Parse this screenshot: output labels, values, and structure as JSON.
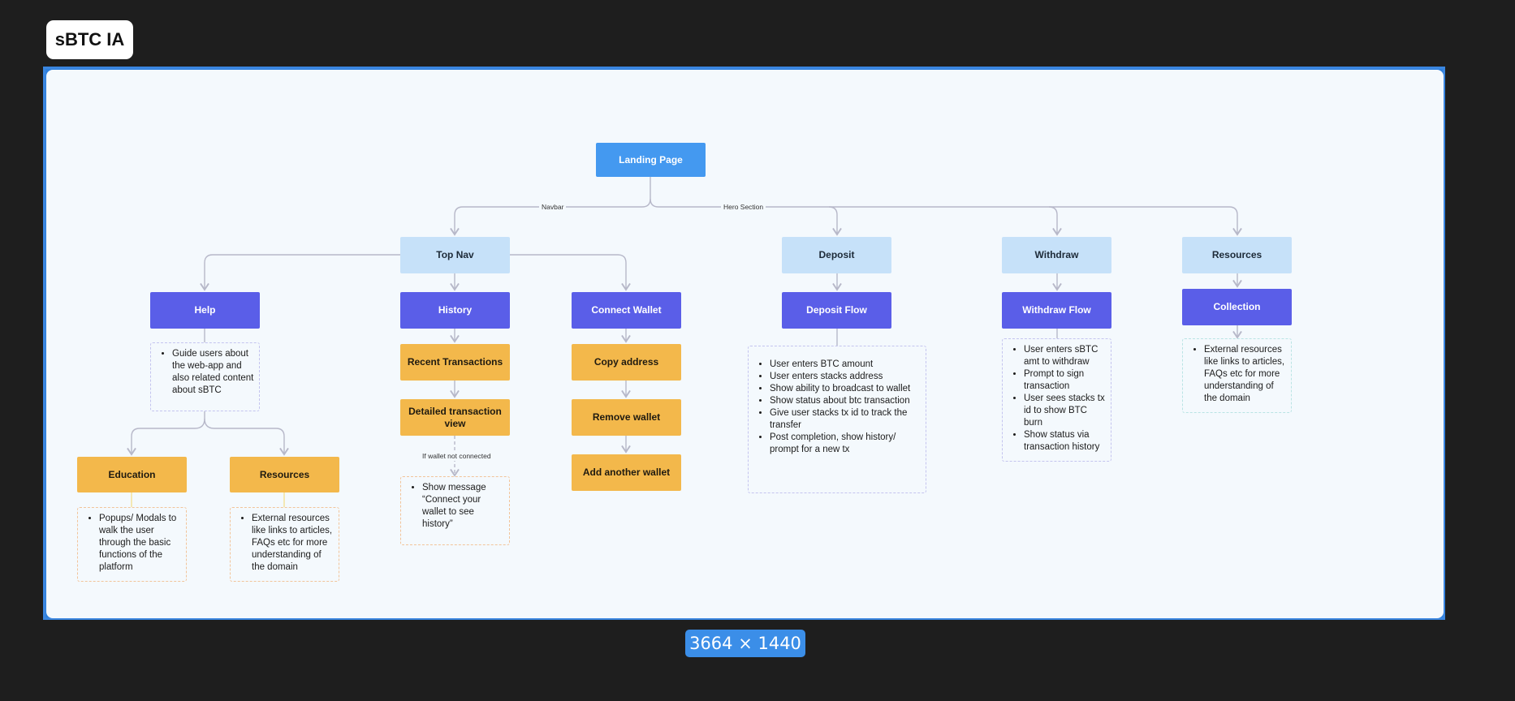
{
  "header": {
    "title": "sBTC IA"
  },
  "footer": {
    "size_badge": "3664 × 1440"
  },
  "diagram": {
    "landing": "Landing Page",
    "edge_labels": {
      "navbar": "Navbar",
      "hero": "Hero Section",
      "wallet": "If wallet not connected"
    },
    "top_nav": "Top Nav",
    "deposit": "Deposit",
    "withdraw": "Withdraw",
    "resources": "Resources",
    "help": "Help",
    "history": "History",
    "connect_wallet": "Connect Wallet",
    "deposit_flow": "Deposit Flow",
    "withdraw_flow": "Withdraw Flow",
    "collection": "Collection",
    "recent_transactions": "Recent Transactions",
    "detailed_transaction_view": "Detailed transaction view",
    "copy_address": "Copy address",
    "remove_wallet": "Remove wallet",
    "add_another_wallet": "Add another wallet",
    "education": "Education",
    "help_resources": "Resources",
    "notes": {
      "help": [
        "Guide users about the web-app and also related content about sBTC"
      ],
      "education": [
        "Popups/ Modals to walk the user through the basic functions of the platform"
      ],
      "help_resources": [
        "External resources like links to articles, FAQs etc for more understanding of the domain"
      ],
      "wallet_message": [
        "Show message “Connect your wallet to see history”"
      ],
      "deposit": [
        "User enters BTC amount",
        "User enters stacks address",
        "Show ability to broadcast to wallet",
        "Show status about btc transaction",
        "Give user stacks tx id to track the transfer",
        "Post completion, show history/ prompt for a new tx"
      ],
      "withdraw": [
        "User enters sBTC amt to withdraw",
        "Prompt to sign transaction",
        "User sees stacks tx id to show BTC burn",
        "Show status via transaction history"
      ],
      "collection": [
        "External resources like links to articles, FAQs etc for more understanding of the domain"
      ]
    }
  },
  "colors": {
    "background": "#1e1e1e",
    "canvas": "#f4f9fd",
    "frame": "#3a86e0",
    "landing": "#4499f0",
    "section": "#c6e1f9",
    "primary": "#5a5ee8",
    "secondary": "#f3b84b",
    "connector": "#b7b8c9"
  }
}
